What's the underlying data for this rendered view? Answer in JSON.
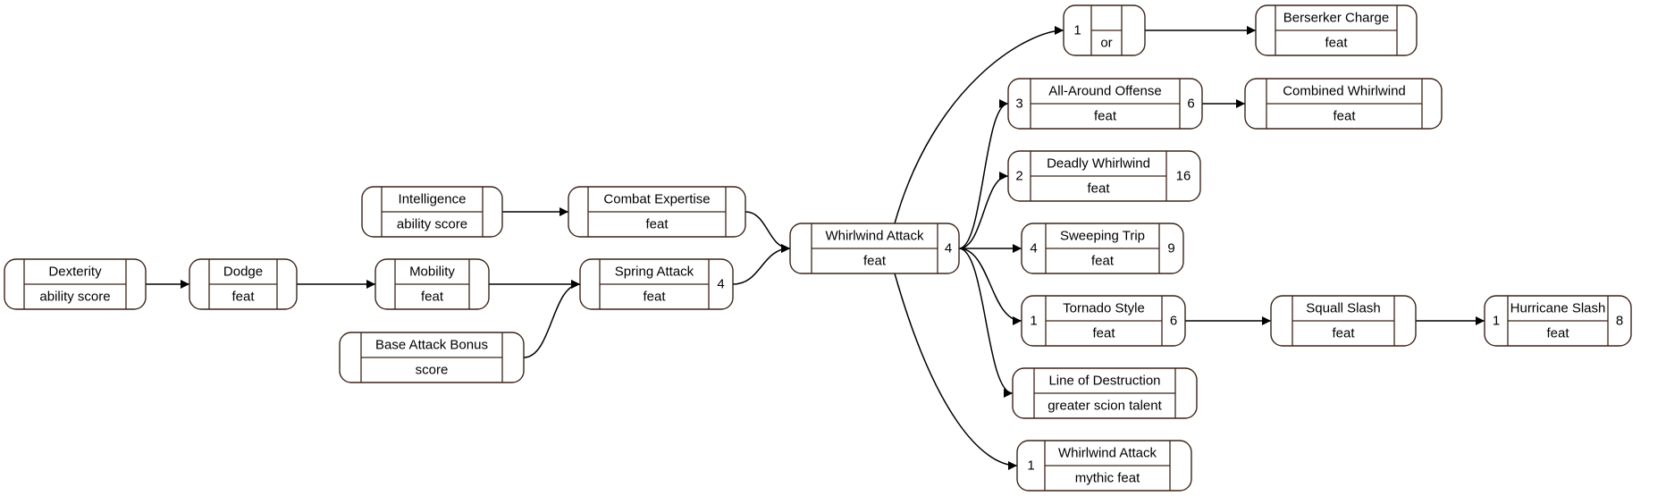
{
  "diagram": {
    "nodes": [
      {
        "id": "dexterity",
        "title": "Dexterity",
        "subtitle": "ability score",
        "left": "",
        "right": ""
      },
      {
        "id": "dodge",
        "title": "Dodge",
        "subtitle": "feat",
        "left": "",
        "right": ""
      },
      {
        "id": "mobility",
        "title": "Mobility",
        "subtitle": "feat",
        "left": "",
        "right": ""
      },
      {
        "id": "intelligence",
        "title": "Intelligence",
        "subtitle": "ability score",
        "left": "",
        "right": ""
      },
      {
        "id": "combat-expertise",
        "title": "Combat Expertise",
        "subtitle": "feat",
        "left": "",
        "right": ""
      },
      {
        "id": "base-attack-bonus",
        "title": "Base Attack Bonus",
        "subtitle": "score",
        "left": "",
        "right": ""
      },
      {
        "id": "spring-attack",
        "title": "Spring Attack",
        "subtitle": "feat",
        "left": "",
        "right": "4"
      },
      {
        "id": "whirlwind-attack",
        "title": "Whirlwind Attack",
        "subtitle": "feat",
        "left": "",
        "right": "4"
      },
      {
        "id": "or",
        "title": "",
        "subtitle": "or",
        "left": "1",
        "right": ""
      },
      {
        "id": "berserker-charge",
        "title": "Berserker Charge",
        "subtitle": "feat",
        "left": "",
        "right": ""
      },
      {
        "id": "all-around-offense",
        "title": "All-Around Offense",
        "subtitle": "feat",
        "left": "3",
        "right": "6"
      },
      {
        "id": "combined-whirlwind",
        "title": "Combined Whirlwind",
        "subtitle": "feat",
        "left": "",
        "right": ""
      },
      {
        "id": "deadly-whirlwind",
        "title": "Deadly Whirlwind",
        "subtitle": "feat",
        "left": "2",
        "right": "16"
      },
      {
        "id": "sweeping-trip",
        "title": "Sweeping Trip",
        "subtitle": "feat",
        "left": "4",
        "right": "9"
      },
      {
        "id": "tornado-style",
        "title": "Tornado Style",
        "subtitle": "feat",
        "left": "1",
        "right": "6"
      },
      {
        "id": "squall-slash",
        "title": "Squall Slash",
        "subtitle": "feat",
        "left": "",
        "right": ""
      },
      {
        "id": "hurricane-slash",
        "title": "Hurricane Slash",
        "subtitle": "feat",
        "left": "1",
        "right": "8"
      },
      {
        "id": "line-of-destruction",
        "title": "Line of Destruction",
        "subtitle": "greater scion talent",
        "left": "",
        "right": ""
      },
      {
        "id": "whirlwind-attack-mythic",
        "title": "Whirlwind Attack",
        "subtitle": "mythic feat",
        "left": "1",
        "right": ""
      }
    ],
    "edges": [
      {
        "from": "dexterity",
        "to": "dodge"
      },
      {
        "from": "dodge",
        "to": "mobility"
      },
      {
        "from": "mobility",
        "to": "spring-attack"
      },
      {
        "from": "base-attack-bonus",
        "to": "spring-attack"
      },
      {
        "from": "intelligence",
        "to": "combat-expertise"
      },
      {
        "from": "combat-expertise",
        "to": "whirlwind-attack"
      },
      {
        "from": "spring-attack",
        "to": "whirlwind-attack"
      },
      {
        "from": "whirlwind-attack",
        "to": "or"
      },
      {
        "from": "or",
        "to": "berserker-charge"
      },
      {
        "from": "whirlwind-attack",
        "to": "all-around-offense"
      },
      {
        "from": "all-around-offense",
        "to": "combined-whirlwind"
      },
      {
        "from": "whirlwind-attack",
        "to": "deadly-whirlwind"
      },
      {
        "from": "whirlwind-attack",
        "to": "sweeping-trip"
      },
      {
        "from": "whirlwind-attack",
        "to": "tornado-style"
      },
      {
        "from": "tornado-style",
        "to": "squall-slash"
      },
      {
        "from": "squall-slash",
        "to": "hurricane-slash"
      },
      {
        "from": "whirlwind-attack",
        "to": "line-of-destruction"
      },
      {
        "from": "whirlwind-attack",
        "to": "whirlwind-attack-mythic"
      }
    ]
  }
}
